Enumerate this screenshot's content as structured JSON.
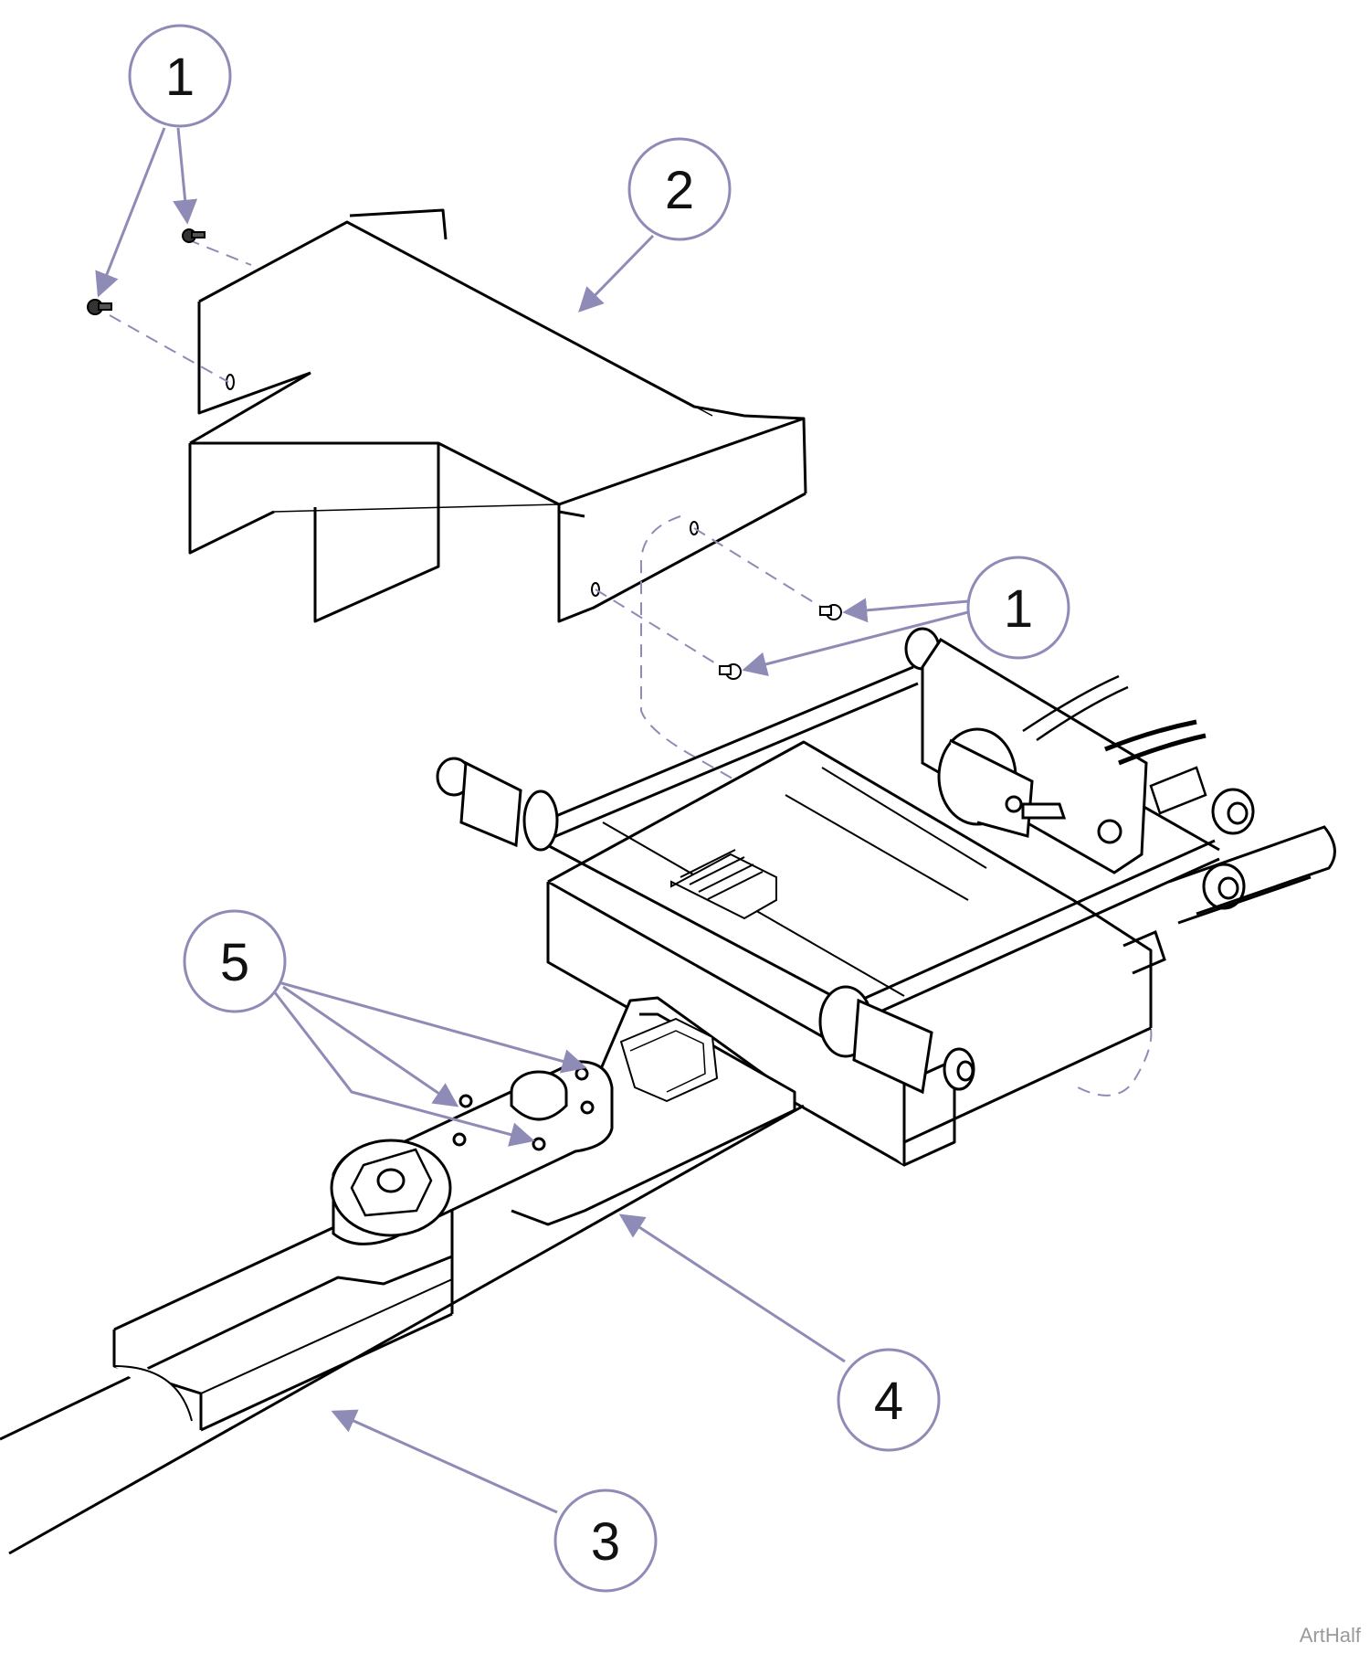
{
  "colors": {
    "callout_stroke": "#8e8cb6",
    "leader": "#8e8cb6",
    "line_art": "#000000",
    "dashed": "#8e8cb6",
    "watermark": "#9a9a9a"
  },
  "callouts": [
    {
      "id": "c1a",
      "label": "1"
    },
    {
      "id": "c2",
      "label": "2"
    },
    {
      "id": "c1b",
      "label": "1"
    },
    {
      "id": "c5",
      "label": "5"
    },
    {
      "id": "c4",
      "label": "4"
    },
    {
      "id": "c3",
      "label": "3"
    }
  ],
  "watermark": "ArtHalf"
}
